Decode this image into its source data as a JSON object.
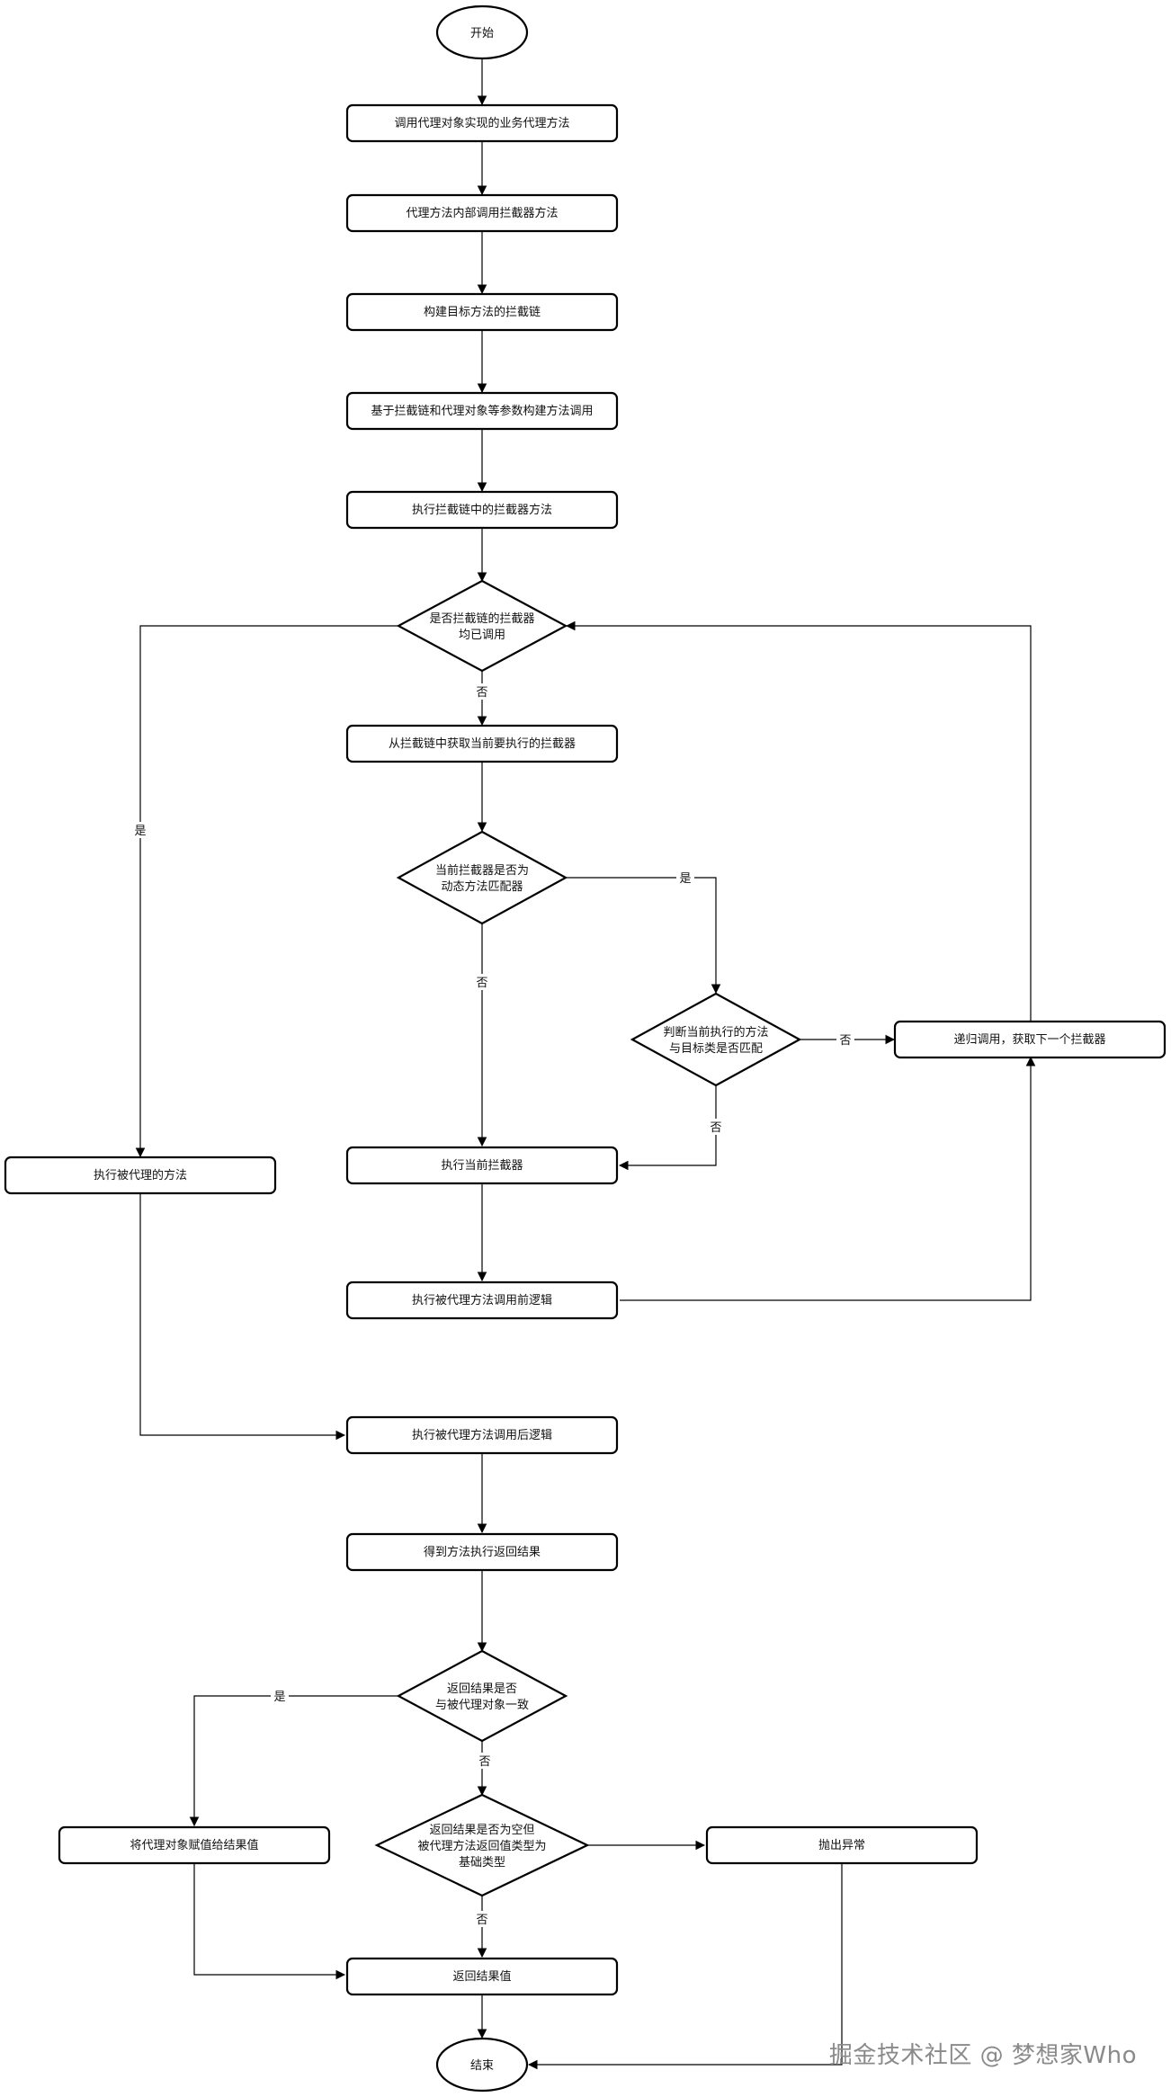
{
  "nodes": {
    "start": "开始",
    "n1": "调用代理对象实现的业务代理方法",
    "n2": "代理方法内部调用拦截器方法",
    "n3": "构建目标方法的拦截链",
    "n4": "基于拦截链和代理对象等参数构建方法调用",
    "n5": "执行拦截链中的拦截器方法",
    "d1": [
      "是否拦截链的拦截器",
      "均已调用"
    ],
    "n6": "从拦截链中获取当前要执行的拦截器",
    "d2": [
      "当前拦截器是否为",
      "动态方法匹配器"
    ],
    "d3": [
      "判断当前执行的方法",
      "与目标类是否匹配"
    ],
    "n7": "递归调用，获取下一个拦截器",
    "n8": "执行被代理的方法",
    "n9": "执行当前拦截器",
    "n10": "执行被代理方法调用前逻辑",
    "n11": "执行被代理方法调用后逻辑",
    "n12": "得到方法执行返回结果",
    "d4": [
      "返回结果是否",
      "与被代理对象一致"
    ],
    "d5": [
      "返回结果是否为空但",
      "被代理方法返回值类型为",
      "基础类型"
    ],
    "n13": "将代理对象赋值给结果值",
    "n14": "抛出异常",
    "n15": "返回结果值",
    "end": "结束"
  },
  "edge_labels": {
    "yes": "是",
    "no": "否"
  },
  "watermark": "掘金技术社区 @ 梦想家Who"
}
